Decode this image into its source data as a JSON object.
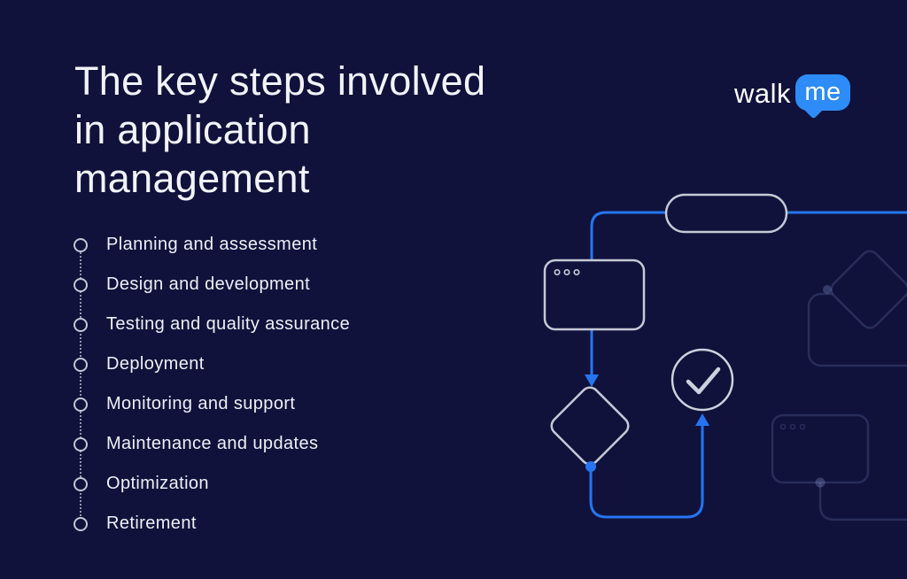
{
  "title": {
    "lines": [
      "The key steps involved",
      "in application",
      "management"
    ]
  },
  "logo": {
    "walk_text": "walk",
    "me_text": "me"
  },
  "steps": {
    "items": [
      "Planning and assessment",
      "Design and development",
      "Testing and quality assurance",
      "Deployment",
      "Monitoring and support",
      "Maintenance and updates",
      "Optimization",
      "Retirement"
    ]
  },
  "colors": {
    "background": "#10123b",
    "accent_blue": "#2575f2",
    "logo_blue": "#2e8cf8",
    "shape_stroke": "#c6c9d6",
    "text": "#f2f3f8"
  }
}
